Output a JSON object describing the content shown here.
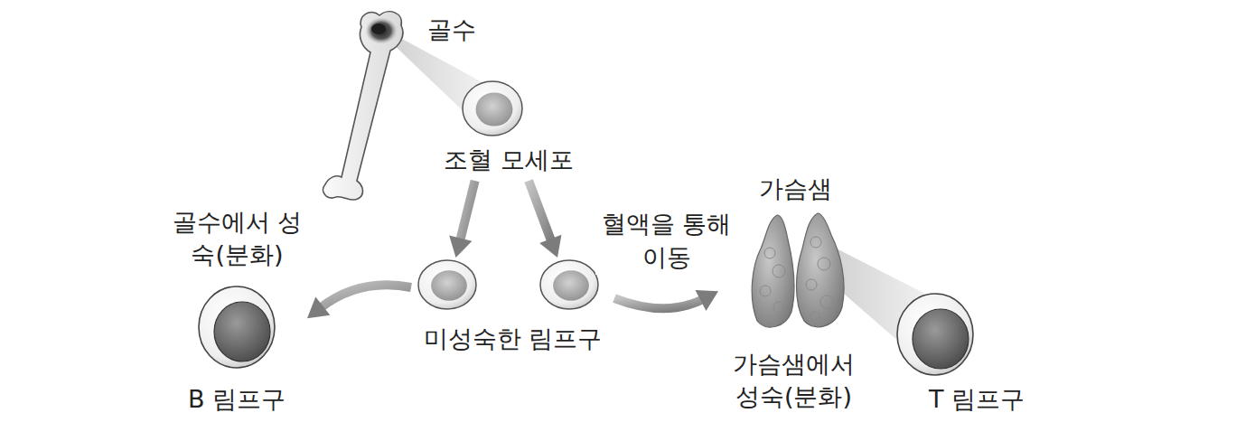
{
  "diagram": {
    "nodes": [
      {
        "text": [
          "골수"
        ]
      },
      {
        "text": [
          "조혈 모세포"
        ]
      },
      {
        "text": [
          "미성숙한 림프구"
        ]
      },
      {
        "text": [
          "골수에서 성숙(분화)",
          "B 림프구"
        ]
      },
      {
        "text": [
          "가슴샘",
          "가슴샘에서 성숙(분화)"
        ]
      },
      {
        "text": [
          "T 림프구"
        ]
      }
    ],
    "edges": [
      {
        "from": 1,
        "to": 2,
        "arrow": "to"
      },
      {
        "from": 1,
        "to": 2,
        "arrow": "to"
      },
      {
        "from": 2,
        "to": 3,
        "arrow": "to"
      },
      {
        "from": 2,
        "to": 4,
        "label": "혈액을 통해 이동",
        "arrow": "to"
      }
    ]
  }
}
